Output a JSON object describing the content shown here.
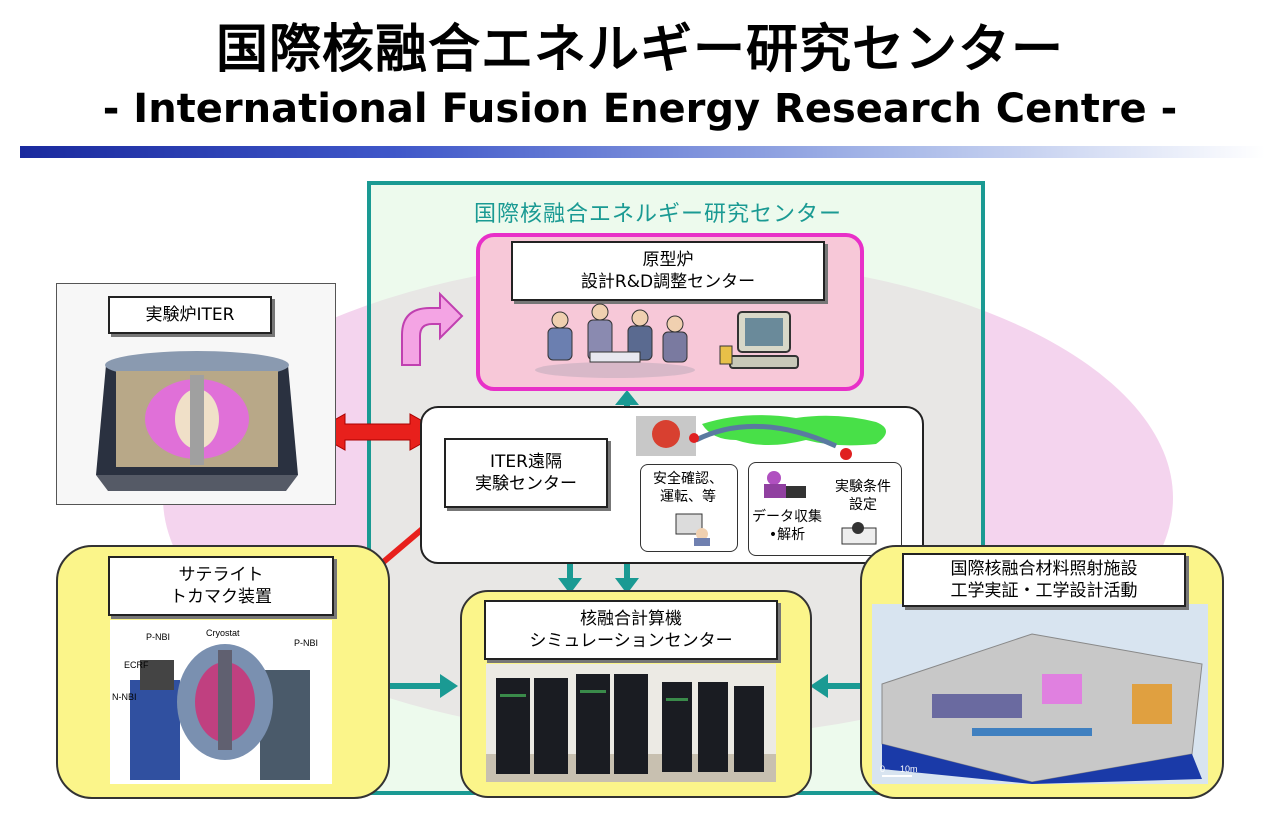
{
  "header": {
    "title_jp": "国際核融合エネルギー研究センター",
    "title_en": "- International Fusion Energy Research Centre -"
  },
  "center": {
    "title": "国際核融合エネルギー研究センター"
  },
  "prototype": {
    "line1": "原型炉",
    "line2": "設計R&D調整センター"
  },
  "iter": {
    "label": "実験炉ITER"
  },
  "remote": {
    "line1": "ITER遠隔",
    "line2": "実験センター",
    "safety_l1": "安全確認、",
    "safety_l2": "運転、等",
    "data_l1": "データ収集",
    "data_l2": "•解析",
    "cond_l1": "実験条件",
    "cond_l2": "設定"
  },
  "satellite": {
    "line1": "サテライト",
    "line2": "トカマク装置"
  },
  "simulation": {
    "line1": "核融合計算機",
    "line2": "シミュレーションセンター"
  },
  "ifmif": {
    "line1": "国際核融合材料照射施設",
    "line2": "工学実証・工学設計活動"
  },
  "colors": {
    "teal": "#1a9a93",
    "pink": "#f0c8e8",
    "magenta": "#e830c8",
    "yellow": "#fbf58a",
    "arrow_red": "#e8201c",
    "header_blue": "#1a2a9e"
  }
}
